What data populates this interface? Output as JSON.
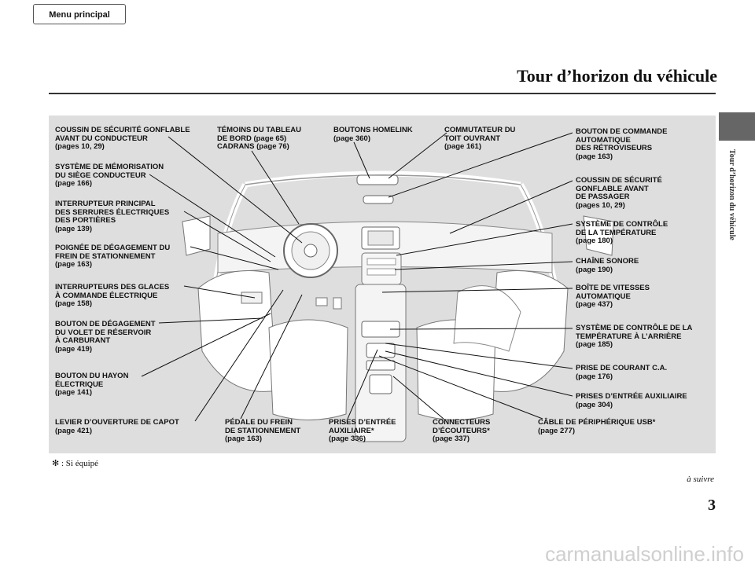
{
  "menu_button": "Menu principal",
  "title": "Tour d’horizon du véhicule",
  "side_label": "Tour d’horizon du véhicule",
  "labels": [
    {
      "text": "COUSSIN DE SÉCURITÉ GONFLABLE\nAVANT DU CONDUCTEUR",
      "page": "(pages 10, 29)"
    },
    {
      "text": "SYSTÈME DE MÉMORISATION\nDU SIÈGE CONDUCTEUR",
      "page": "(page 166)"
    },
    {
      "text": "INTERRUPTEUR PRINCIPAL\nDES SERRURES ÉLECTRIQUES\nDES PORTIÈRES",
      "page": "(page 139)"
    },
    {
      "text": "POIGNÉE DE DÉGAGEMENT DU\nFREIN DE STATIONNEMENT",
      "page": "(page 163)"
    },
    {
      "text": "INTERRUPTEURS DES GLACES\nÀ COMMANDE ÉLECTRIQUE",
      "page": "(page 158)"
    },
    {
      "text": "BOUTON DE DÉGAGEMENT\nDU VOLET DE RÉSERVOIR\nÀ CARBURANT",
      "page": "(page 419)"
    },
    {
      "text": "BOUTON DU HAYON\nÉLECTRIQUE",
      "page": "(page 141)"
    },
    {
      "text": "LEVIER D’OUVERTURE DE CAPOT",
      "page": "(page 421)"
    },
    {
      "text": "TÉMOINS DU TABLEAU\nDE BORD (page 65)\nCADRANS (page 76)",
      "page": ""
    },
    {
      "text": "BOUTONS HOMELINK",
      "page": "(page 360)"
    },
    {
      "text": "COMMUTATEUR DU\nTOIT OUVRANT",
      "page": "(page 161)"
    },
    {
      "text": "BOUTON DE COMMANDE\nAUTOMATIQUE\nDES RÉTROVISEURS",
      "page": "(page 163)"
    },
    {
      "text": "COUSSIN DE SÉCURITÉ\nGONFLABLE AVANT\nDE PASSAGER",
      "page": "(pages 10, 29)"
    },
    {
      "text": "SYSTÈME DE CONTRÔLE\nDE LA TEMPÉRATURE",
      "page": "(page 180)"
    },
    {
      "text": "CHAÎNE SONORE",
      "page": "(page 190)"
    },
    {
      "text": "BOÎTE DE VITESSES\nAUTOMATIQUE",
      "page": "(page 437)"
    },
    {
      "text": "SYSTÈME DE CONTRÔLE DE LA\nTEMPÉRATURE À L’ARRIÈRE",
      "page": "(page 185)"
    },
    {
      "text": "PRISE DE COURANT C.A.",
      "page": "(page 176)"
    },
    {
      "text": "PRISES D’ENTRÉE AUXILIAIRE",
      "page": "(page 304)"
    },
    {
      "text": "PÉDALE DU FREIN\nDE STATIONNEMENT",
      "page": "(page 163)"
    },
    {
      "text": "PRISES D’ENTRÉE\nAUXILIAIRE*",
      "page": "(page 336)"
    },
    {
      "text": "CONNECTEURS\nD’ÉCOUTEURS*",
      "page": "(page 337)"
    },
    {
      "text": "CÂBLE DE PÉRIPHÉRIQUE USB*",
      "page": "(page 277)"
    }
  ],
  "footnote": "✻ : Si équipé",
  "continued": "à suivre",
  "page_number": "3",
  "watermark": "carmanualsonline.info"
}
